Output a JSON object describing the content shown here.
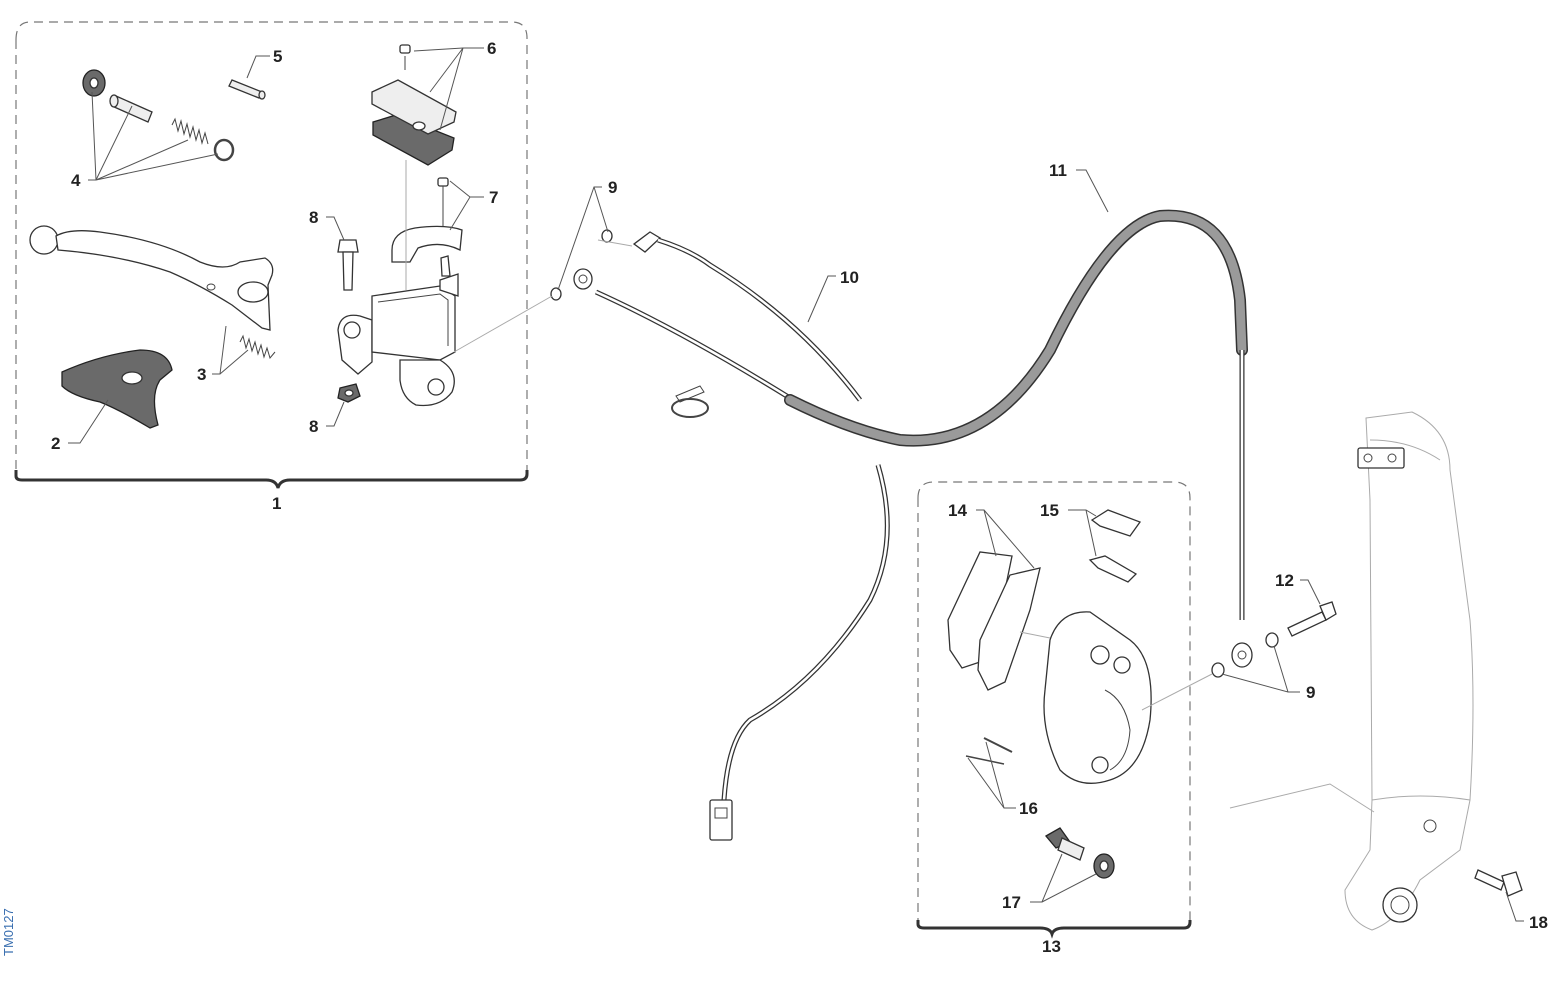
{
  "figure_code": "TM0127",
  "callouts": {
    "c1": "1",
    "c2": "2",
    "c3": "3",
    "c4": "4",
    "c5": "5",
    "c6": "6",
    "c7": "7",
    "c8a": "8",
    "c8b": "8",
    "c9a": "9",
    "c9b": "9",
    "c10": "10",
    "c11": "11",
    "c12": "12",
    "c13": "13",
    "c14": "14",
    "c15": "15",
    "c16": "16",
    "c17": "17",
    "c18": "18"
  }
}
